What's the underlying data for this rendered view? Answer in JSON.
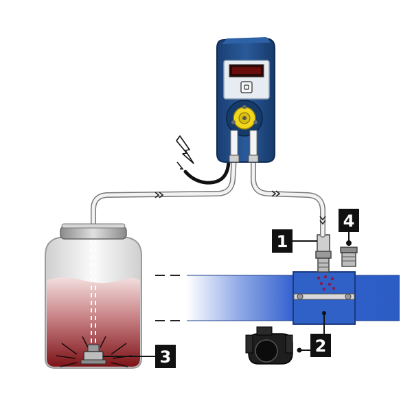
{
  "callouts": [
    {
      "id": "injection-valve",
      "number": "1"
    },
    {
      "id": "pipe-saddle-clamp",
      "number": "2"
    },
    {
      "id": "foot-valve-strainer",
      "number": "3"
    },
    {
      "id": "pipe-adapter",
      "number": "4"
    }
  ],
  "pump": {
    "display_value": ""
  },
  "icons": [
    "lightning-bolt-icon",
    "flow-arrow-icon"
  ],
  "colors": {
    "pump_body": "#1f4c86",
    "pipe": "#2b5cc4",
    "liquid": "#8b1a1f",
    "label_bg": "#111111",
    "tube": "#e6e6e6"
  }
}
